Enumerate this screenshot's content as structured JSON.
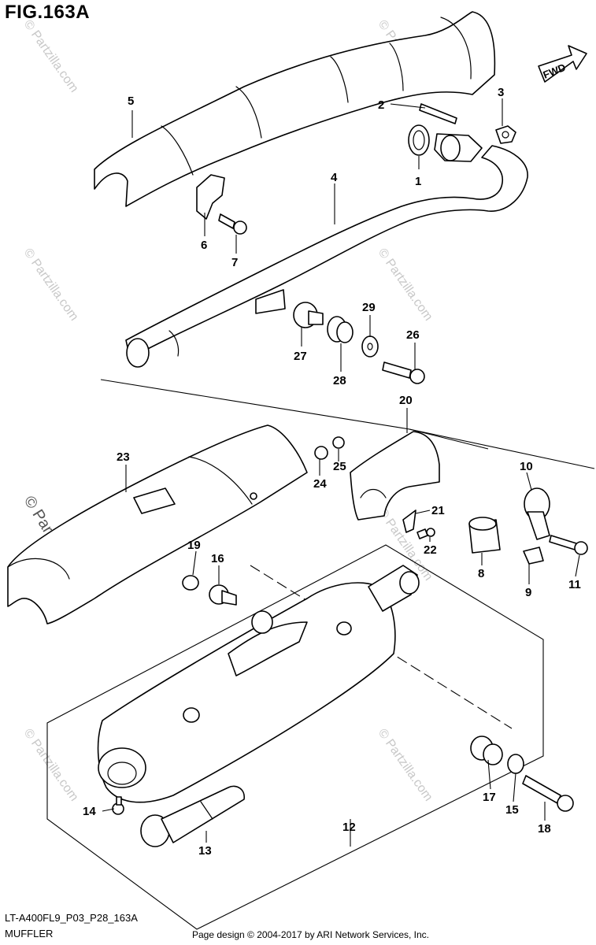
{
  "figure": {
    "title": "FIG.163A",
    "direction_badge": "FWD",
    "diagram_code": "LT-A400FL9_P03_P28_163A",
    "section_name": "MUFFLER",
    "copyright": "Page design © 2004-2017 by ARI Network Services, Inc.",
    "watermark": "© Partzilla.com"
  },
  "callouts": [
    "1",
    "2",
    "3",
    "4",
    "5",
    "6",
    "7",
    "8",
    "9",
    "10",
    "11",
    "12",
    "13",
    "14",
    "15",
    "16",
    "17",
    "18",
    "19",
    "20",
    "21",
    "22",
    "23",
    "24",
    "25",
    "26",
    "27",
    "28",
    "29"
  ]
}
